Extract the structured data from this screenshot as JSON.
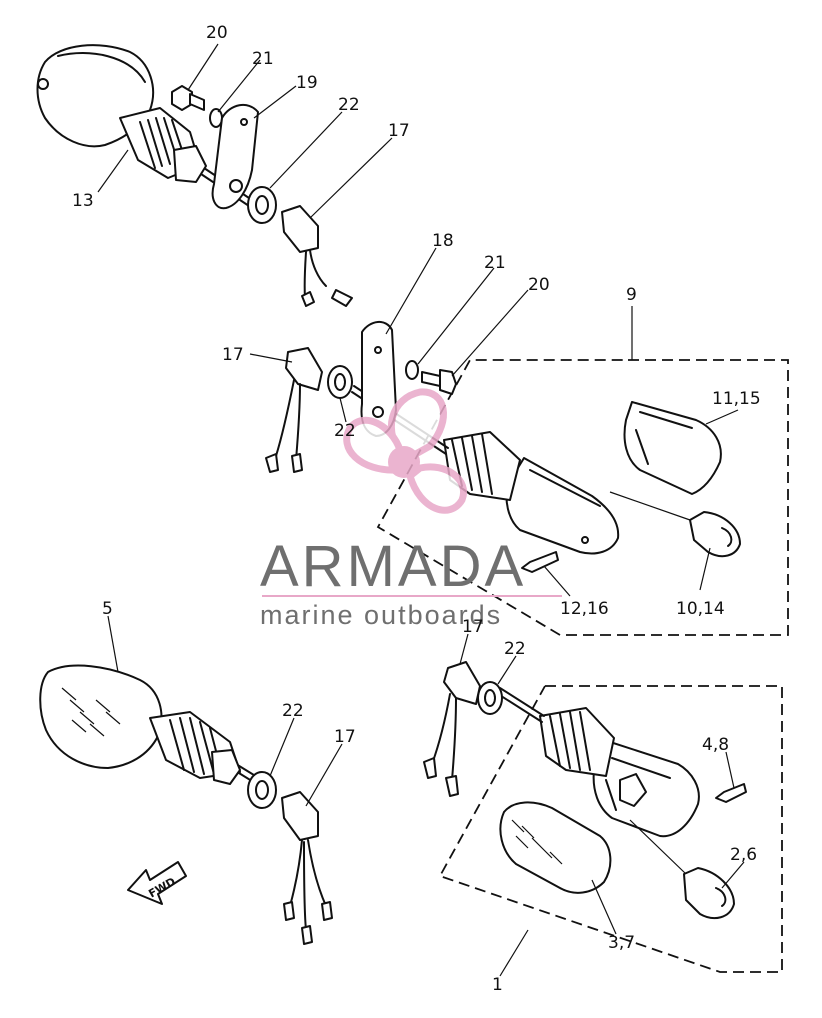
{
  "labels": {
    "p1": "1",
    "p3_7": "3,7",
    "p2_6": "2,6",
    "p4_8": "4,8",
    "p5": "5",
    "p9": "9",
    "p10_14": "10,14",
    "p11_15": "11,15",
    "p12_16": "12,16",
    "p13": "13",
    "p17a": "17",
    "p17b": "17",
    "p17c": "17",
    "p17d": "17",
    "p18": "18",
    "p19": "19",
    "p20a": "20",
    "p20b": "20",
    "p21a": "21",
    "p21b": "21",
    "p22a": "22",
    "p22b": "22",
    "p22c": "22",
    "p22d": "22"
  },
  "fwd_label": "FWD",
  "watermark": {
    "brand": "ARMADA",
    "tagline": "marine outboards",
    "logo_color": "#e8a8c8"
  }
}
